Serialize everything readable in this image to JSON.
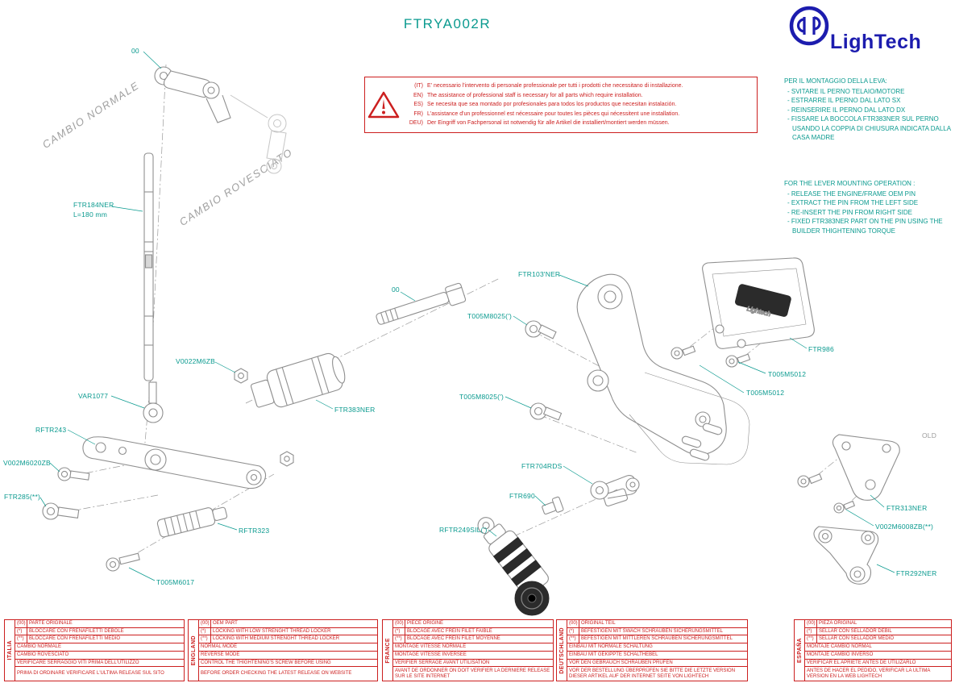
{
  "header": {
    "title": "FTRYA002R",
    "logo": "LighTech"
  },
  "warning": {
    "lines": [
      {
        "lang": "(IT)",
        "text": "E' necessario l'intervento di personale professionale per tutti i prodotti che necessitano di installazione."
      },
      {
        "lang": "EN)",
        "text": "The assistance of professional staff is necessary for all parts which require installation."
      },
      {
        "lang": "ES)",
        "text": "Se necesita que sea montado por profesionales para todos los productos que necesitan instalación."
      },
      {
        "lang": "FR)",
        "text": "L'assistance d'un professionnel est nécessaire pour toutes les pièces qui nécessitent une installation."
      },
      {
        "lang": "DEU)",
        "text": "Der Eingriff von Fachpersonal ist notwendig für alle Artikel die installiert/montiert werden müssen."
      }
    ]
  },
  "instructions": {
    "it": {
      "title": "PER IL MONTAGGIO DELLA LEVA:",
      "items": [
        "- SVITARE IL PERNO TELAIO/MOTORE",
        "- ESTRARRE IL PERNO DAL LATO SX",
        "- REINSERIRE IL PERNO DAL LATO DX",
        "- FISSARE LA BOCCOLA FTR383NER SUL PERNO USANDO LA COPPIA DI CHIUSURA INDICATA DALLA CASA MADRE"
      ]
    },
    "en": {
      "title": "FOR THE LEVER MOUNTING OPERATION :",
      "items": [
        "- RELEASE THE ENGINE/FRAME OEM PIN",
        "- EXTRACT THE PIN FROM THE LEFT SIDE",
        "- RE-INSERT THE PIN FROM RIGHT SIDE",
        "- FIXED FTR383NER PART ON THE PIN USING THE BUILDER THIGHTENING TORQUE"
      ]
    }
  },
  "diagram": {
    "labels": [
      "00",
      "FTR184NER",
      "L=180 mm",
      "V0022M6ZB",
      "VAR1077",
      "RFTR243",
      "V002M6020ZB",
      "FTR285(**)",
      "RFTR323",
      "T005M6017",
      "FTR383NER",
      "00",
      "FTR103'NER",
      "T005M8025(')",
      "T005M8025(')",
      "FTR704RDS",
      "FTR690",
      "RFTR249SIL(')",
      "FTR986",
      "T005M5012",
      "T005M5012",
      "OLD",
      "FTR313NER",
      "V002M6008ZB(**)",
      "FTR292NER"
    ],
    "watermarks": [
      "CAMBIO NORMALE",
      "CAMBIO ROVESCIATO"
    ],
    "part_sticker": "Lightech"
  },
  "tables": [
    {
      "lang": "ITALIA",
      "rows": [
        {
          "m": "(00)",
          "t": "PARTE ORIGINALE"
        },
        {
          "m": "(*)",
          "t": "BLOCCARE CON FRENAFILETTI DEBOLE"
        },
        {
          "m": "(**)",
          "t": "BLOCCARE CON FRENAFILETTI MEDIO"
        },
        {
          "t": "CAMBIO NORMALE"
        },
        {
          "t": "CAMBIO ROVESCIATO"
        },
        {
          "t": "VERIFICARE SERRAGGIO VITI PRIMA DELL'UTILIZZO"
        },
        {
          "t": "PRIMA DI ORDINARE VERIFICARE L'ULTIMA RELEASE SUL SITO"
        }
      ]
    },
    {
      "lang": "ENGLAND",
      "rows": [
        {
          "m": "(00)",
          "t": "OEM PART"
        },
        {
          "m": "(*)",
          "t": "LOCKING WITH LOW STRENGHT THREAD LOCKER"
        },
        {
          "m": "(**)",
          "t": "LOCKING WITH MEDIUM STRENGHT THREAD LOCKER"
        },
        {
          "t": "NORMAL MODE"
        },
        {
          "t": "REVERSE MODE"
        },
        {
          "t": "CONTROL THE THIGHTENING'S SCREW BEFORE USING"
        },
        {
          "t": "BEFORE ORDER CHECKING THE LATEST RELEASE ON WEBSITE"
        }
      ]
    },
    {
      "lang": "FRANCE",
      "rows": [
        {
          "m": "(00)",
          "t": "PIECE ORIGINE"
        },
        {
          "m": "(*)",
          "t": "BLOCAGE AVEC FREIN FILET FAIBLE"
        },
        {
          "m": "(**)",
          "t": "BLOCAGE AVEC FREIN FILET MOYENNE"
        },
        {
          "t": "MONTAGE VITESSE NORMALE"
        },
        {
          "t": "MONTAGE VITESSE INVERSEE"
        },
        {
          "t": "VERIFIER SERRAGE AVANT UTILISATION"
        },
        {
          "t": "AVANT DE ORDONNER ON DOIT VERIFIER LA DERNIERE RELEASE SUR LE SITE INTERNET"
        }
      ]
    },
    {
      "lang": "DEUTSCHLAND",
      "rows": [
        {
          "m": "(00)",
          "t": "ORIGINAL TEIL"
        },
        {
          "m": "(*)",
          "t": "BEFESTIGEN MIT SWACH SCHRAUBEN SICHERUNGSMITTEL"
        },
        {
          "m": "(**)",
          "t": "BEFESTIGEN MIT MITTLEREN SCHRAUBEN SICHERUNGSMITTEL"
        },
        {
          "t": "EINBAU MIT NORMALE SCHALTUNG"
        },
        {
          "t": "EINBAU MIT GEKIPPTE SCHALTHEBEL"
        },
        {
          "t": "VOR DEN GEBRAUCH SCHRAUBEN PRÜFEN"
        },
        {
          "t": "VOR DER BESTELLUNG ÜBERPRÜFEN SIE BITTE DIE LETZTE VERSION DIESER ARTIKEL AUF DER INTERNET SEITE VON LIGHTECH"
        }
      ]
    },
    {
      "lang": "ESPAÑA",
      "rows": [
        {
          "m": "(00)",
          "t": "PIEZA ORIGINAL"
        },
        {
          "m": "(*)",
          "t": "SELLAR CON SELLADOR DEBIL"
        },
        {
          "m": "(**)",
          "t": "SELLAR CON SELLADOR MEDIO"
        },
        {
          "t": "MONTAJE  CAMBIO NORMAL"
        },
        {
          "t": "MONTAJE CAMBIO INVERSO"
        },
        {
          "t": "VERIFICAR EL APRIETE ANTES DE UTILIZARLO"
        },
        {
          "t": "ANTES DE HACER EL PEDIDO, VERIFICAR LA ULTIMA VERSION EN LA WEB LIGHTECH"
        }
      ]
    }
  ],
  "colors": {
    "teal": "#0a9a8f",
    "red": "#cc1f1f",
    "blue": "#1c1cae",
    "gray": "#8f8f8f"
  }
}
